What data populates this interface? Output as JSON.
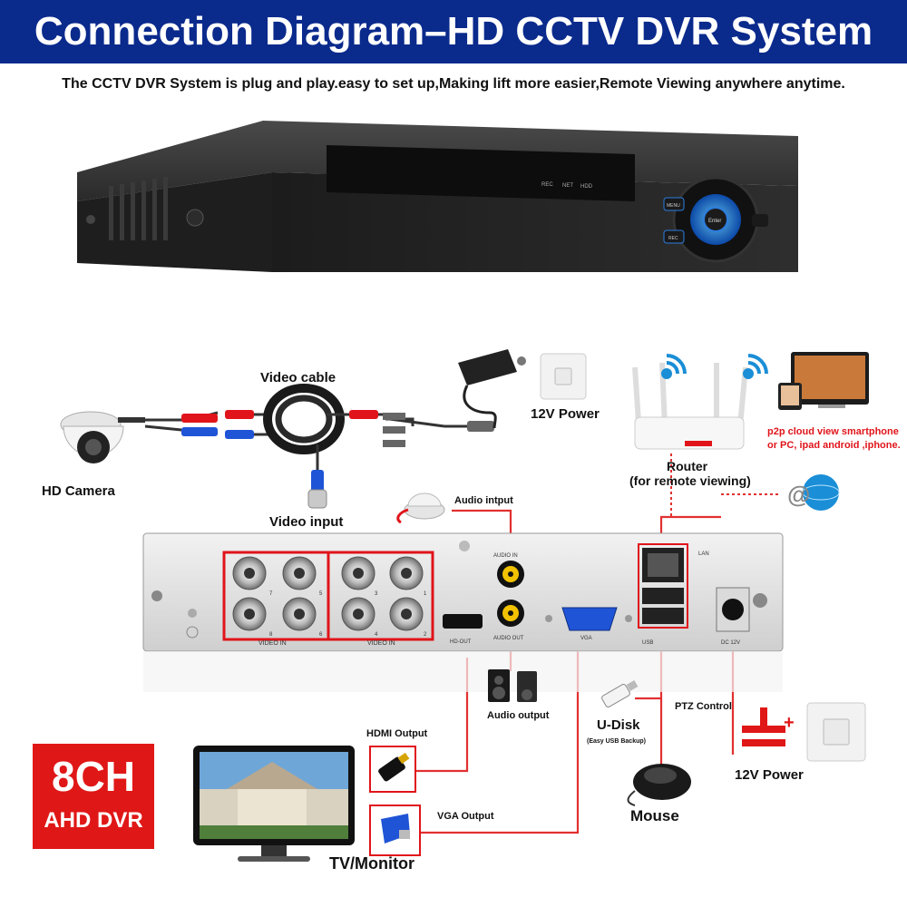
{
  "header": {
    "title": "Connection Diagram–HD CCTV DVR System",
    "subtitle": "The CCTV DVR System is plug and play.easy to set up,Making lift more easier,Remote Viewing anywhere anytime."
  },
  "dvr_front": {
    "indicators": [
      "REC",
      "NET",
      "HDD"
    ],
    "buttons": [
      "MENU",
      "REC",
      "Enter"
    ]
  },
  "labels": {
    "video_cable": "Video cable",
    "hd_camera": "HD Camera",
    "video_input": "Video input",
    "power_top": "12V Power",
    "router": "Router",
    "router_sub": "(for remote viewing)",
    "p2p_line1": "p2p cloud  view smartphone",
    "p2p_line2": "or PC, ipad android ,iphone.",
    "audio_input": "Audio intput",
    "audio_output": "Audio output",
    "hdmi_output": "HDMI Output",
    "vga_output": "VGA Output",
    "udisk": "U-Disk",
    "udisk_sub": "(Easy USB Backup)",
    "ptz": "PTZ Control",
    "mouse": "Mouse",
    "power_bottom": "12V Power",
    "tv_monitor": "TV/Monitor"
  },
  "rear_panel": {
    "video_in_label": "VIDEO IN",
    "port_numbers_left": [
      "7",
      "5",
      "8",
      "6"
    ],
    "port_numbers_right": [
      "3",
      "1",
      "4",
      "2"
    ],
    "audio_in": "AUDIO IN",
    "audio_out": "AUDIO OUT",
    "hd_out": "HD-OUT",
    "vga": "VGA",
    "lan": "LAN",
    "usb": "USB",
    "dc": "DC 12V"
  },
  "badge": {
    "top": "8CH",
    "bottom": "AHD DVR"
  },
  "colors": {
    "title_bg": "#0a2a8c",
    "connector_red": "#e0141a",
    "wire": "#e23030",
    "badge": "#e01717"
  }
}
